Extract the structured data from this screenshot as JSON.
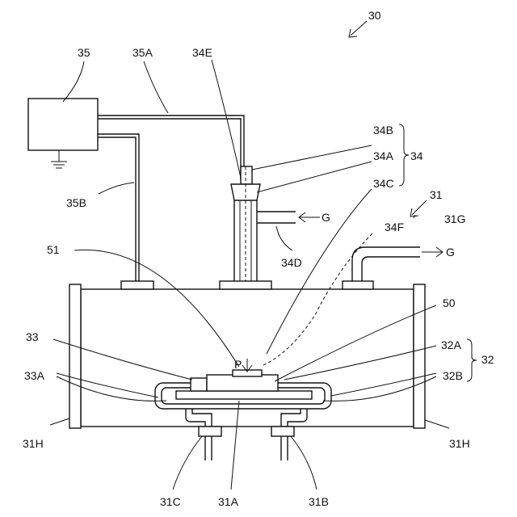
{
  "labels": {
    "n30": "30",
    "n35": "35",
    "n35A": "35A",
    "n34E": "34E",
    "n34B": "34B",
    "n34A": "34A",
    "n34": "34",
    "n34C": "34C",
    "n31": "31",
    "n35B": "35B",
    "gasIn": "G",
    "n34D": "34D",
    "n34F": "34F",
    "n31G": "31G",
    "gasOut": "G",
    "n51": "51",
    "n50": "50",
    "n33": "33",
    "n32A": "32A",
    "n32": "32",
    "P": "P",
    "n33A": "33A",
    "n32B": "32B",
    "n31H_left": "31H",
    "n31H_right": "31H",
    "n31C": "31C",
    "n31A": "31A",
    "n31B": "31B"
  }
}
